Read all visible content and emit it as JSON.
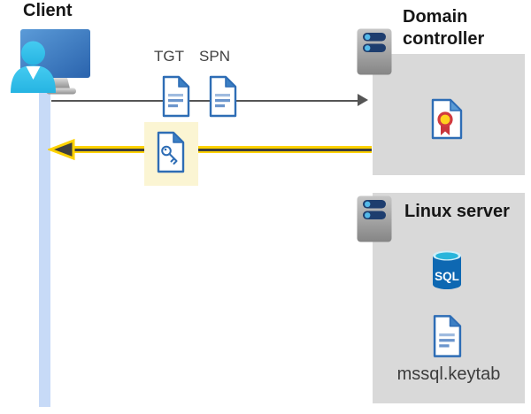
{
  "client": {
    "label": "Client"
  },
  "tickets": {
    "tgt": "TGT",
    "spn": "SPN"
  },
  "domain_controller": {
    "name_line1": "Domain",
    "name_line2": "controller"
  },
  "linux_server": {
    "name": "Linux server",
    "sql_badge": "SQL",
    "keytab_file": "mssql.keytab"
  },
  "colors": {
    "accent_yellow": "#fdd200",
    "highlight_panel_yellow": "#fbf5d3",
    "client_timeline_blue": "#c7daf7",
    "server_panel_gray": "#d9d9d9",
    "document_blue": "#2e6db5",
    "request_arrow_gray": "#555555",
    "response_arrow_dark": "#3f3f3f",
    "sql_cylinder_blue": "#0e68b2",
    "sql_top_cyan": "#28b5db",
    "certificate_red": "#d23a3e",
    "certificate_yellow": "#ffd21e",
    "person_cyan": "#35c3ec"
  },
  "icons": {
    "client": "user-monitor-icon",
    "domain_controller": "server-icon",
    "linux_server": "server-icon",
    "tgt": "document-icon",
    "spn": "document-icon",
    "service_ticket": "key-document-icon",
    "certificate": "certificate-icon",
    "database": "sql-database-icon",
    "keytab": "document-icon"
  }
}
